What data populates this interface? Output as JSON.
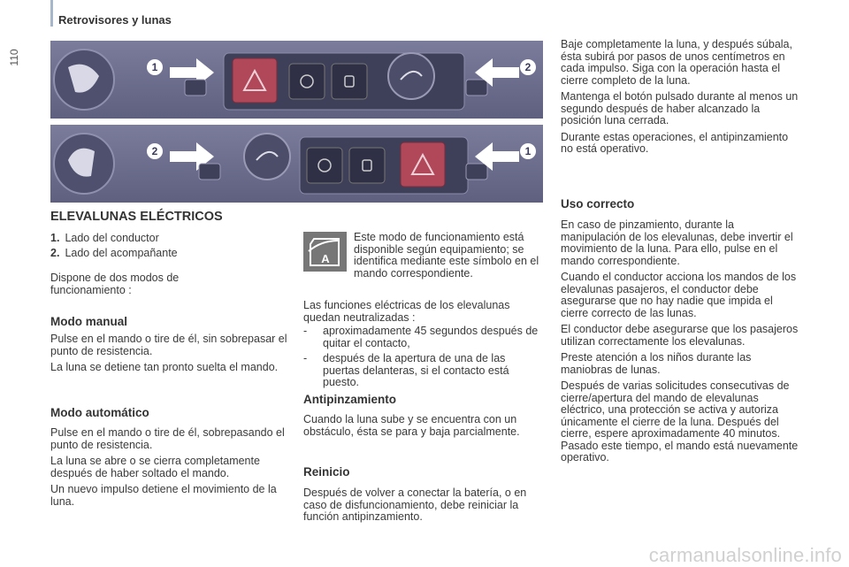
{
  "header": {
    "title": "Retrovisores y lunas",
    "page_number": "110"
  },
  "main": {
    "title": "ELEVALUNAS ELÉCTRICOS",
    "list": [
      {
        "num": "1.",
        "label": "Lado del conductor"
      },
      {
        "num": "2.",
        "label": "Lado del acompañante"
      }
    ],
    "intro": "Dispone de dos modos de funcionamiento :",
    "manual": {
      "title": "Modo manual",
      "p1": "Pulse en el mando o tire de él, sin sobrepasar el punto de resistencia.",
      "p2": "La luna se detiene tan pronto suelta el mando."
    },
    "auto": {
      "title": "Modo automático",
      "p1": "Pulse en el mando o tire de él, sobrepasando el punto de resistencia.",
      "p2": "La luna se abre o se cierra completamente después de haber soltado el mando.",
      "p3": "Un nuevo impulso detiene el movimiento de la luna."
    }
  },
  "middle": {
    "symbol_text": "Este modo de funcionamiento está disponible según equipamiento; se identifica mediante este símbolo en el mando correspondiente.",
    "symbol_letter": "A",
    "neutral_intro": "Las funciones eléctricas de los elevalunas quedan neutralizadas :",
    "dash1": "aproximadamente 45 segundos después de quitar el contacto,",
    "dash2": "después de la apertura de una de las puertas delanteras, si el contacto está puesto.",
    "dash_char": "-",
    "antipinch": {
      "title": "Antipinzamiento",
      "p1": "Cuando la luna sube y se encuentra con un obstáculo, ésta se para y baja parcialmente."
    },
    "reinicio": {
      "title": "Reinicio",
      "p1": "Después de volver a conectar la batería, o en caso de disfuncionamiento, debe reiniciar la función antipinzamiento."
    }
  },
  "right": {
    "p1": "Baje completamente la luna, y después súbala, ésta subirá por pasos de unos centímetros en cada impulso. Siga con la operación hasta el cierre completo de la luna.",
    "p2": "Mantenga el botón pulsado durante al menos un segundo después de haber alcanzado la posición luna cerrada.",
    "p3": "Durante estas operaciones, el antipinzamiento no está operativo.",
    "uso": {
      "title": "Uso correcto",
      "p1": "En caso de pinzamiento, durante la manipulación de los elevalunas, debe invertir el movimiento de la luna. Para ello, pulse en el mando correspondiente.",
      "p2": "Cuando el conductor acciona los mandos de los elevalunas pasajeros, el conductor debe asegurarse que no hay nadie que impida el cierre correcto de las lunas.",
      "p3": "El conductor debe asegurarse que los pasajeros utilizan correctamente los elevalunas.",
      "p4": "Preste atención a los niños durante las maniobras de lunas.",
      "p5": "Después de varias solicitudes consecutivas de cierre/apertura del mando de elevalunas eléctrico, una protección se activa y autoriza únicamente el cierre de la luna. Después del cierre, espere aproximadamente 40 minutos. Pasado este tiempo, el mando está nuevamente operativo."
    }
  },
  "photos": {
    "label1": "1",
    "label2": "2"
  },
  "footer": {
    "watermark": "carmanualsonline.info"
  },
  "colors": {
    "panel": "#6b6c8a",
    "hazard": "#b0485a",
    "arrow": "#ffffff"
  }
}
